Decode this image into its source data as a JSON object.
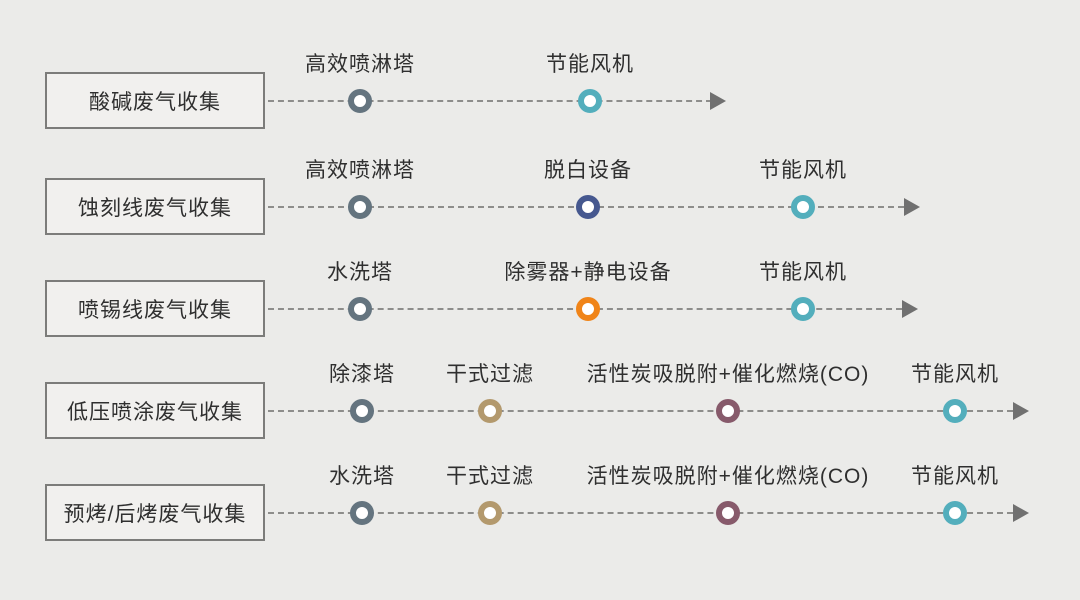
{
  "palette": {
    "slate": "#64747f",
    "teal": "#53aebc",
    "navy": "#46588f",
    "orange": "#f08418",
    "tan": "#b3996d",
    "maroon": "#875a6b",
    "line": "#8d8d8b",
    "arrow": "#707070",
    "background": "#ebebe9",
    "box_fill": "#f1f0ee",
    "box_border": "#7c7c7a"
  },
  "rows": [
    {
      "source": "酸碱废气收集",
      "nodes": [
        {
          "label": "高效喷淋塔",
          "color": "slate"
        },
        {
          "label": "节能风机",
          "color": "teal"
        }
      ]
    },
    {
      "source": "蚀刻线废气收集",
      "nodes": [
        {
          "label": "高效喷淋塔",
          "color": "slate"
        },
        {
          "label": "脱白设备",
          "color": "navy"
        },
        {
          "label": "节能风机",
          "color": "teal"
        }
      ]
    },
    {
      "source": "喷锡线废气收集",
      "nodes": [
        {
          "label": "水洗塔",
          "color": "slate"
        },
        {
          "label": "除雾器+静电设备",
          "color": "orange"
        },
        {
          "label": "节能风机",
          "color": "teal"
        }
      ]
    },
    {
      "source": "低压喷涂废气收集",
      "nodes": [
        {
          "label": "除漆塔",
          "color": "slate"
        },
        {
          "label": "干式过滤",
          "color": "tan"
        },
        {
          "label": "活性炭吸脱附+催化燃烧(CO)",
          "color": "maroon"
        },
        {
          "label": "节能风机",
          "color": "teal"
        }
      ]
    },
    {
      "source": "预烤/后烤废气收集",
      "nodes": [
        {
          "label": "水洗塔",
          "color": "slate"
        },
        {
          "label": "干式过滤",
          "color": "tan"
        },
        {
          "label": "活性炭吸脱附+催化燃烧(CO)",
          "color": "maroon"
        },
        {
          "label": "节能风机",
          "color": "teal"
        }
      ]
    }
  ]
}
